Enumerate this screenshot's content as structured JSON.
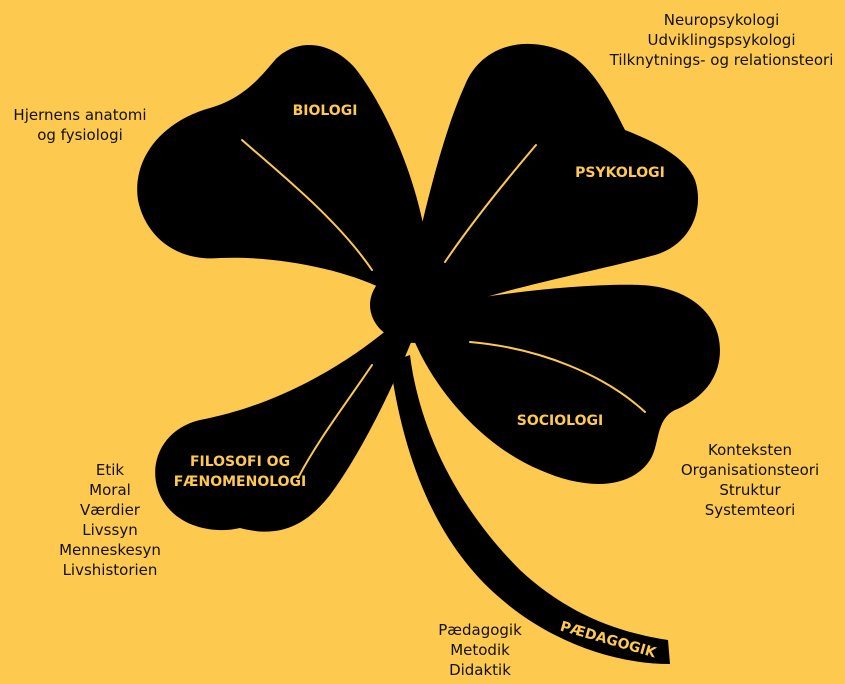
{
  "colors": {
    "background": "#FEC94F",
    "clover": "#000000",
    "accent": "#FEC94F",
    "note_text": "#111111"
  },
  "leaves": {
    "biologi": {
      "label": "BIOLOGI",
      "notes": [
        "Hjernens anatomi",
        "og fysiologi"
      ]
    },
    "psykologi": {
      "label": "PSYKOLOGI",
      "notes": [
        "Neuropsykologi",
        "Udviklingspsykologi",
        "Tilknytnings- og relationsteori"
      ]
    },
    "sociologi": {
      "label": "SOCIOLOGI",
      "notes": [
        "Konteksten",
        "Organisationsteori",
        "Struktur",
        "Systemteori"
      ]
    },
    "filosofi": {
      "label_lines": [
        "FILOSOFI OG",
        "FÆNOMENOLOGI"
      ],
      "notes": [
        "Etik",
        "Moral",
        "Værdier",
        "Livssyn",
        "Menneskesyn",
        "Livshistorien"
      ]
    }
  },
  "stem": {
    "label": "PÆDAGOGIK",
    "notes": [
      "Pædagogik",
      "Metodik",
      "Didaktik"
    ]
  }
}
